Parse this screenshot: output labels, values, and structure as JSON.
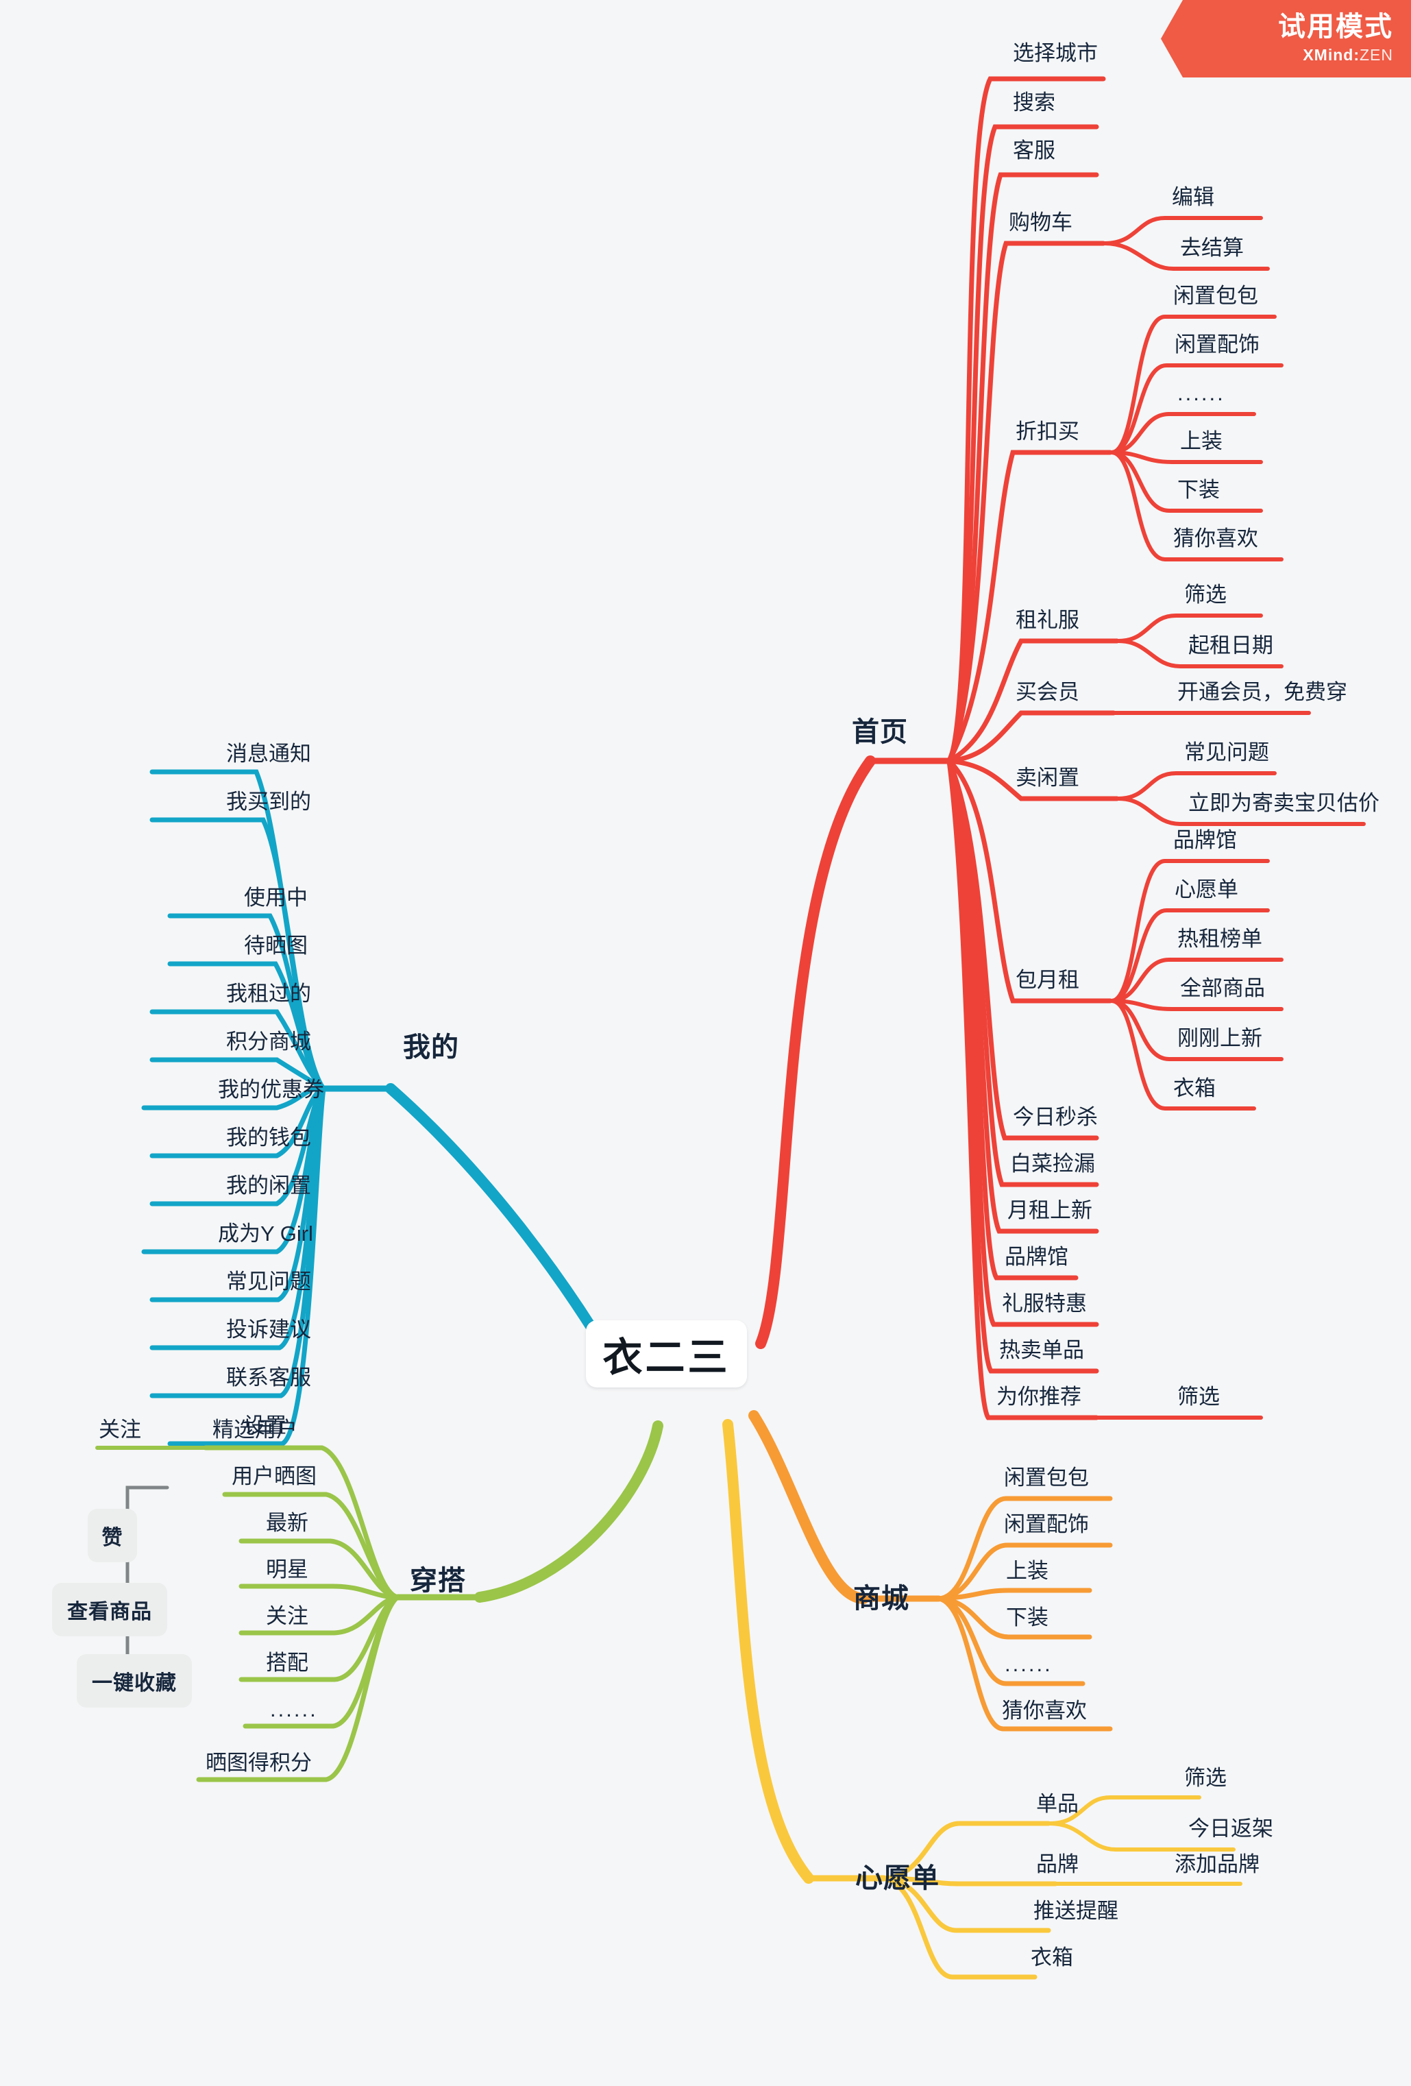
{
  "app": {
    "trial_badge": {
      "title": "试用模式",
      "brand_bold": "XMind:",
      "brand_light": "ZEN"
    },
    "background": "#f5f6f7"
  },
  "colors": {
    "homepage": "#ee4238",
    "my": "#12a5c8",
    "outfit": "#9ac549",
    "mall": "#f79b34",
    "wishlist": "#fac83c",
    "text": "#16263c",
    "boundary": "#eceded",
    "boundary_line": "#808688"
  },
  "central": {
    "label": "衣二三"
  },
  "branches": {
    "homepage": {
      "label": "首页",
      "children": [
        {
          "label": "选择城市",
          "children": []
        },
        {
          "label": "搜索",
          "children": []
        },
        {
          "label": "客服",
          "children": []
        },
        {
          "label": "购物车",
          "children": [
            {
              "label": "编辑"
            },
            {
              "label": "去结算"
            }
          ]
        },
        {
          "label": "折扣买",
          "children": [
            {
              "label": "闲置包包"
            },
            {
              "label": "闲置配饰"
            },
            {
              "label": "......"
            },
            {
              "label": "上装"
            },
            {
              "label": "下装"
            },
            {
              "label": "猜你喜欢"
            }
          ]
        },
        {
          "label": "租礼服",
          "children": [
            {
              "label": "筛选"
            },
            {
              "label": "起租日期"
            }
          ]
        },
        {
          "label": "买会员",
          "children": [
            {
              "label": "开通会员，免费穿"
            }
          ]
        },
        {
          "label": "卖闲置",
          "children": [
            {
              "label": "常见问题"
            },
            {
              "label": "立即为寄卖宝贝估价"
            }
          ]
        },
        {
          "label": "包月租",
          "children": [
            {
              "label": "品牌馆"
            },
            {
              "label": "心愿单"
            },
            {
              "label": "热租榜单"
            },
            {
              "label": "全部商品"
            },
            {
              "label": "刚刚上新"
            },
            {
              "label": "衣箱"
            }
          ]
        },
        {
          "label": "今日秒杀",
          "children": []
        },
        {
          "label": "白菜捡漏",
          "children": []
        },
        {
          "label": "月租上新",
          "children": []
        },
        {
          "label": "品牌馆",
          "children": []
        },
        {
          "label": "礼服特惠",
          "children": []
        },
        {
          "label": "热卖单品",
          "children": []
        },
        {
          "label": "为你推荐",
          "children": [
            {
              "label": "筛选"
            }
          ]
        }
      ]
    },
    "my": {
      "label": "我的",
      "children": [
        {
          "label": "消息通知"
        },
        {
          "label": "我买到的",
          "children": [
            {
              "label": "使用中"
            },
            {
              "label": "待晒图"
            }
          ]
        },
        {
          "label": "我租过的"
        },
        {
          "label": "积分商城"
        },
        {
          "label": "我的优惠券"
        },
        {
          "label": "我的钱包"
        },
        {
          "label": "我的闲置"
        },
        {
          "label": "成为Y Girl"
        },
        {
          "label": "常见问题"
        },
        {
          "label": "投诉建议"
        },
        {
          "label": "联系客服"
        },
        {
          "label": "设置"
        }
      ]
    },
    "outfit": {
      "label": "穿搭",
      "children": [
        {
          "label": "精选用户",
          "children": [
            {
              "label": "关注"
            }
          ]
        },
        {
          "label": "用户晒图",
          "children": []
        },
        {
          "label": "最新"
        },
        {
          "label": "明星"
        },
        {
          "label": "关注"
        },
        {
          "label": "搭配"
        },
        {
          "label": "......"
        },
        {
          "label": "晒图得积分"
        }
      ],
      "boundary_labels": [
        "赞",
        "查看商品",
        "一键收藏"
      ]
    },
    "mall": {
      "label": "商城",
      "children": [
        {
          "label": "闲置包包"
        },
        {
          "label": "闲置配饰"
        },
        {
          "label": "上装"
        },
        {
          "label": "下装"
        },
        {
          "label": "......"
        },
        {
          "label": "猜你喜欢"
        }
      ]
    },
    "wishlist": {
      "label": "心愿单",
      "children": [
        {
          "label": "单品",
          "children": [
            {
              "label": "筛选"
            },
            {
              "label": "今日返架"
            }
          ]
        },
        {
          "label": "品牌",
          "children": [
            {
              "label": "添加品牌"
            }
          ]
        },
        {
          "label": "推送提醒",
          "children": []
        },
        {
          "label": "衣箱",
          "children": []
        }
      ]
    }
  }
}
